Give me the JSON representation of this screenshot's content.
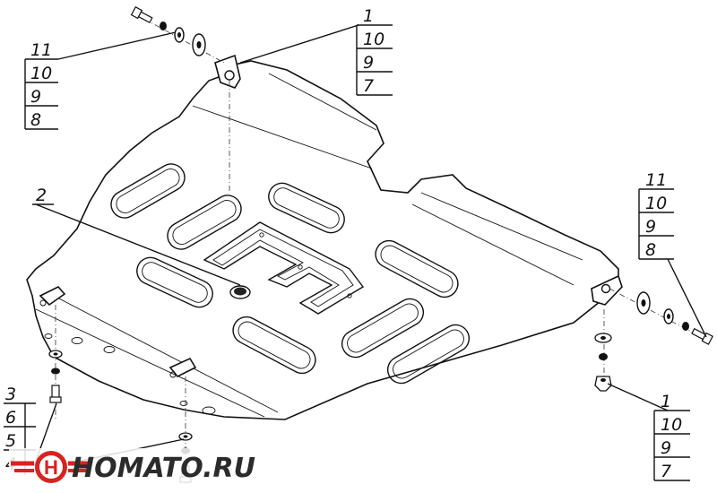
{
  "callouts": {
    "top_left": [
      "11",
      "10",
      "9",
      "8"
    ],
    "top_center": [
      "1",
      "10",
      "9",
      "7"
    ],
    "right": [
      "11",
      "10",
      "9",
      "8"
    ],
    "bottom_right": [
      "1",
      "10",
      "9",
      "7"
    ],
    "bottom_left": [
      "3",
      "6",
      "5",
      "4"
    ],
    "part_2": "2"
  },
  "logo": {
    "text": "HOMATO.RU",
    "colors": {
      "red": "#d8231f",
      "dark": "#2b2b2b"
    }
  }
}
